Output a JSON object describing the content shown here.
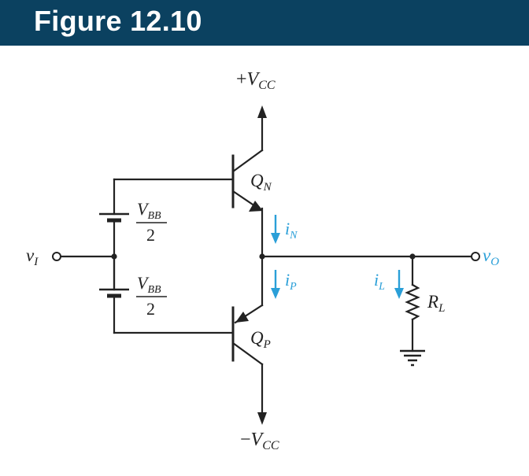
{
  "header": {
    "title": "Figure 12.10"
  },
  "labels": {
    "vcc_pos_sign": "+",
    "vcc_pos_main": "V",
    "vcc_pos_sub": "CC",
    "vcc_neg_sign": "−",
    "vcc_neg_main": "V",
    "vcc_neg_sub": "CC",
    "qn_main": "Q",
    "qn_sub": "N",
    "qp_main": "Q",
    "qp_sub": "P",
    "vbb_top_main": "V",
    "vbb_top_sub": "BB",
    "vbb_top_den": "2",
    "vbb_bot_main": "V",
    "vbb_bot_sub": "BB",
    "vbb_bot_den": "2",
    "vi_main": "v",
    "vi_sub": "I",
    "vo_main": "v",
    "vo_sub": "O",
    "rl_main": "R",
    "rl_sub": "L",
    "in_main": "i",
    "in_sub": "N",
    "ip_main": "i",
    "ip_sub": "P",
    "il_main": "i",
    "il_sub": "L"
  },
  "colors": {
    "header_bg": "#0b4160",
    "header_text": "#ffffff",
    "wire": "#222222",
    "current": "#2a9fd8"
  }
}
